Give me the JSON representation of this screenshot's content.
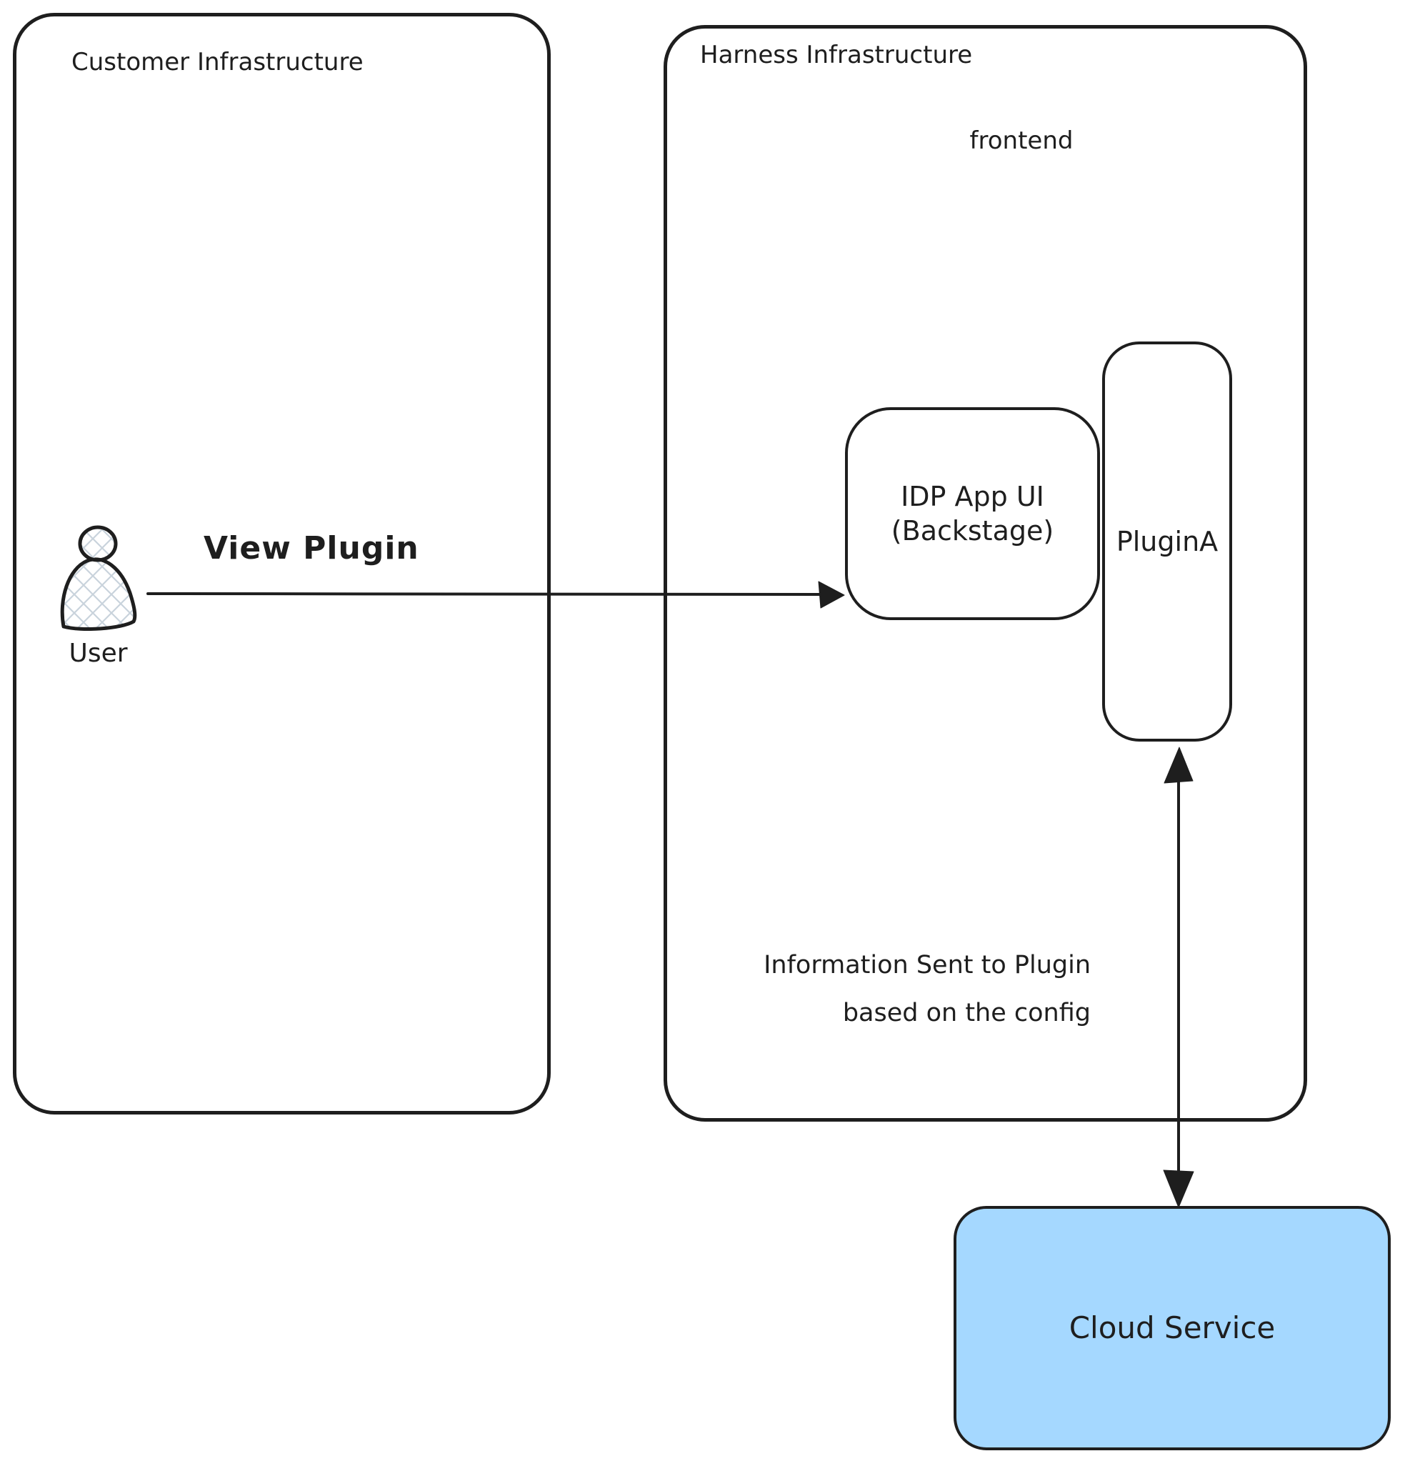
{
  "diagram": {
    "customer_box": {
      "title": "Customer Infrastructure"
    },
    "harness_box": {
      "title": "Harness Infrastructure",
      "frontend_label": "frontend"
    },
    "user": {
      "label": "User"
    },
    "idp_box": {
      "label_line1": "IDP App UI",
      "label_line2": "(Backstage)"
    },
    "plugin_box": {
      "label": "PluginA"
    },
    "cloud_box": {
      "label": "Cloud Service"
    },
    "arrows": {
      "view_plugin_label": "View Plugin",
      "info_line1": "Information Sent to Plugin",
      "info_line2": "based on the config"
    }
  },
  "colors": {
    "stroke": "#1e1e1e",
    "cloud_fill": "#a5d8ff",
    "hatch": "#c9d3dc",
    "background": "#ffffff"
  }
}
